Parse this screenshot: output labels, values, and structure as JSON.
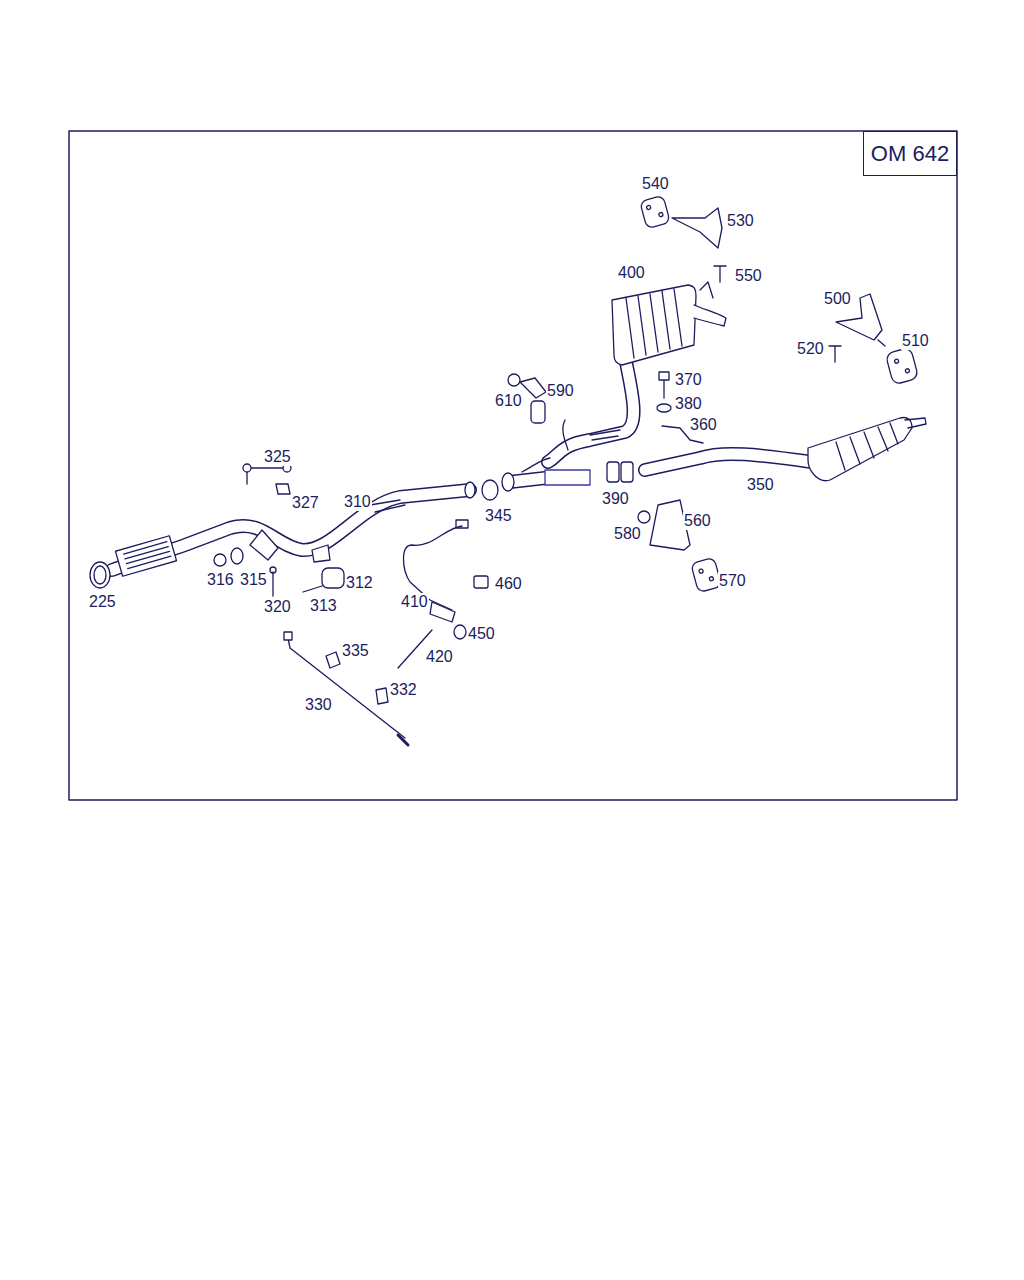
{
  "diagram": {
    "nodes": [
      {
        "text": [
          "OM 642"
        ]
      }
    ],
    "labels": [
      "540",
      "530",
      "400",
      "550",
      "500",
      "510",
      "520",
      "370",
      "590",
      "380",
      "610",
      "360",
      "325",
      "310",
      "327",
      "390",
      "350",
      "345",
      "560",
      "580",
      "316",
      "315",
      "312",
      "460",
      "570",
      "225",
      "320",
      "313",
      "410",
      "450",
      "420",
      "335",
      "332",
      "330"
    ]
  }
}
